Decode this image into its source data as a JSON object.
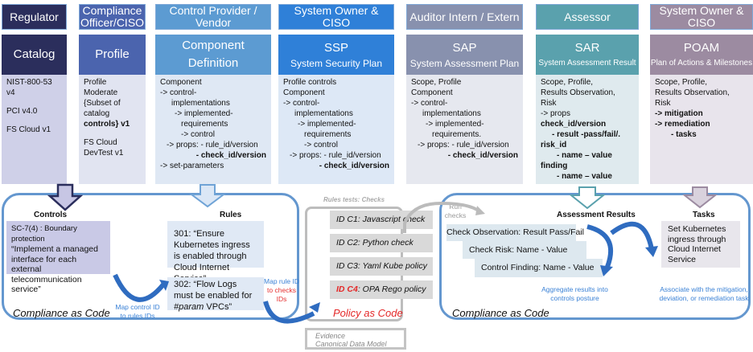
{
  "columns": [
    {
      "role": "Regulator",
      "title": "Catalog",
      "subtitle": "",
      "header_color": "#2b2e5c",
      "body_color": "#cfd0e8",
      "lines": [
        "NIST-800-53",
        "v4",
        "",
        "PCI v4.0",
        "",
        "FS Cloud v1"
      ]
    },
    {
      "role": "Compliance Officer/CISO",
      "title": "Profile",
      "subtitle": "",
      "header_color": "#4b64ae",
      "body_color": "#e1e4f1",
      "lines": [
        "Profile",
        "Moderate",
        "{Subset of",
        "catalog",
        "controls} v1",
        "",
        "FS Cloud",
        "DevTest v1"
      ]
    },
    {
      "role": "Control Provider / Vendor",
      "title": "Component",
      "subtitle": "Definition",
      "header_color": "#5c9bd2",
      "body_color": "#dfe8f4",
      "lines": [
        "Component",
        "-> control-",
        "implementations",
        "-> implemented-",
        "requirements",
        "-> control",
        "-> props:  - rule_id/version",
        "- check_id/version",
        "-> set-parameters"
      ]
    },
    {
      "role": "System Owner & CISO",
      "title": "SSP",
      "subtitle": "System Security Plan",
      "header_color": "#2f80d8",
      "body_color": "#dde8f6",
      "lines": [
        "Profile controls",
        "Component",
        "-> control-",
        "implementations",
        "-> implemented-",
        "requirements",
        "-> control",
        "-> props: - rule_id/version",
        "- check_id/version"
      ]
    },
    {
      "role": "Auditor Intern / Extern",
      "title": "SAP",
      "subtitle": "System Assessment Plan",
      "header_color": "#8891ae",
      "body_color": "#e6e8ef",
      "lines": [
        "Scope, Profile",
        "Component",
        "-> control-",
        "implementations",
        "-> implemented-",
        "requirements.",
        "-> props:  - rule_id/version",
        "- check_id/version"
      ]
    },
    {
      "role": "Assessor",
      "title": "SAR",
      "subtitle": "System Assessment Result",
      "header_color": "#5aa1ad",
      "body_color": "#dfeaee",
      "lines": [
        "Scope, Profile,",
        "Results Observation,",
        "Risk",
        "-> props",
        "check_id/version",
        "- result -pass/fail/.",
        "risk_id",
        "- name – value",
        "finding",
        "- name – value"
      ]
    },
    {
      "role": "System Owner & CISO",
      "title": "POAM",
      "subtitle": "Plan of Actions & Milestones",
      "header_color": "#9c8ba1",
      "body_color": "#e8e4ec",
      "lines": [
        "Scope, Profile,",
        "Results Observation,",
        "Risk",
        "-> mitigation",
        "-> remediation",
        "- tasks"
      ]
    }
  ],
  "compliance_left": {
    "controls_label": "Controls",
    "control_text": "SC-7(4) : Boundary protection",
    "control_quote": "“Implement a managed interface for each external telecommunication service”",
    "rules_label": "Rules",
    "rule_301": "301: “Ensure Kubernetes ingress is enabled through Cloud Internet Service”",
    "rule_302_a": "302: “Flow Logs must be enabled for ",
    "rule_302_param": "#param",
    "rule_302_b": " VPCs”",
    "map_control": "Map control ID to rules IDs",
    "map_rule_a": "Map rule ID",
    "map_rule_b": "to checks IDs",
    "footer": "Compliance as Code"
  },
  "policy": {
    "heading": "Rules tests: Checks",
    "checks": [
      {
        "id": "ID C1",
        "text": ": Javascript check"
      },
      {
        "id": "ID C2",
        "text": ": Python check"
      },
      {
        "id": "ID C3",
        "text": ": Yaml Kube policy"
      },
      {
        "id": "ID C4",
        "text": ": OPA Rego policy"
      }
    ],
    "footer": "Policy as Code",
    "evidence_1": "Evidence",
    "evidence_2": "Canonical Data Model"
  },
  "compliance_right": {
    "run_checks": "Run checks",
    "results_label": "Assessment Results",
    "rows": [
      "Check Observation: Result Pass/Fail",
      "Check Risk: Name - Value",
      "Control Finding: Name - Value"
    ],
    "aggregate": "Aggregate results into controls posture",
    "tasks_label": "Tasks",
    "task_text": "Set Kubernetes ingress through Cloud Internet Service",
    "associate": "Associate with the mitigation, deviation, or remediation task",
    "footer": "Compliance as Code"
  }
}
